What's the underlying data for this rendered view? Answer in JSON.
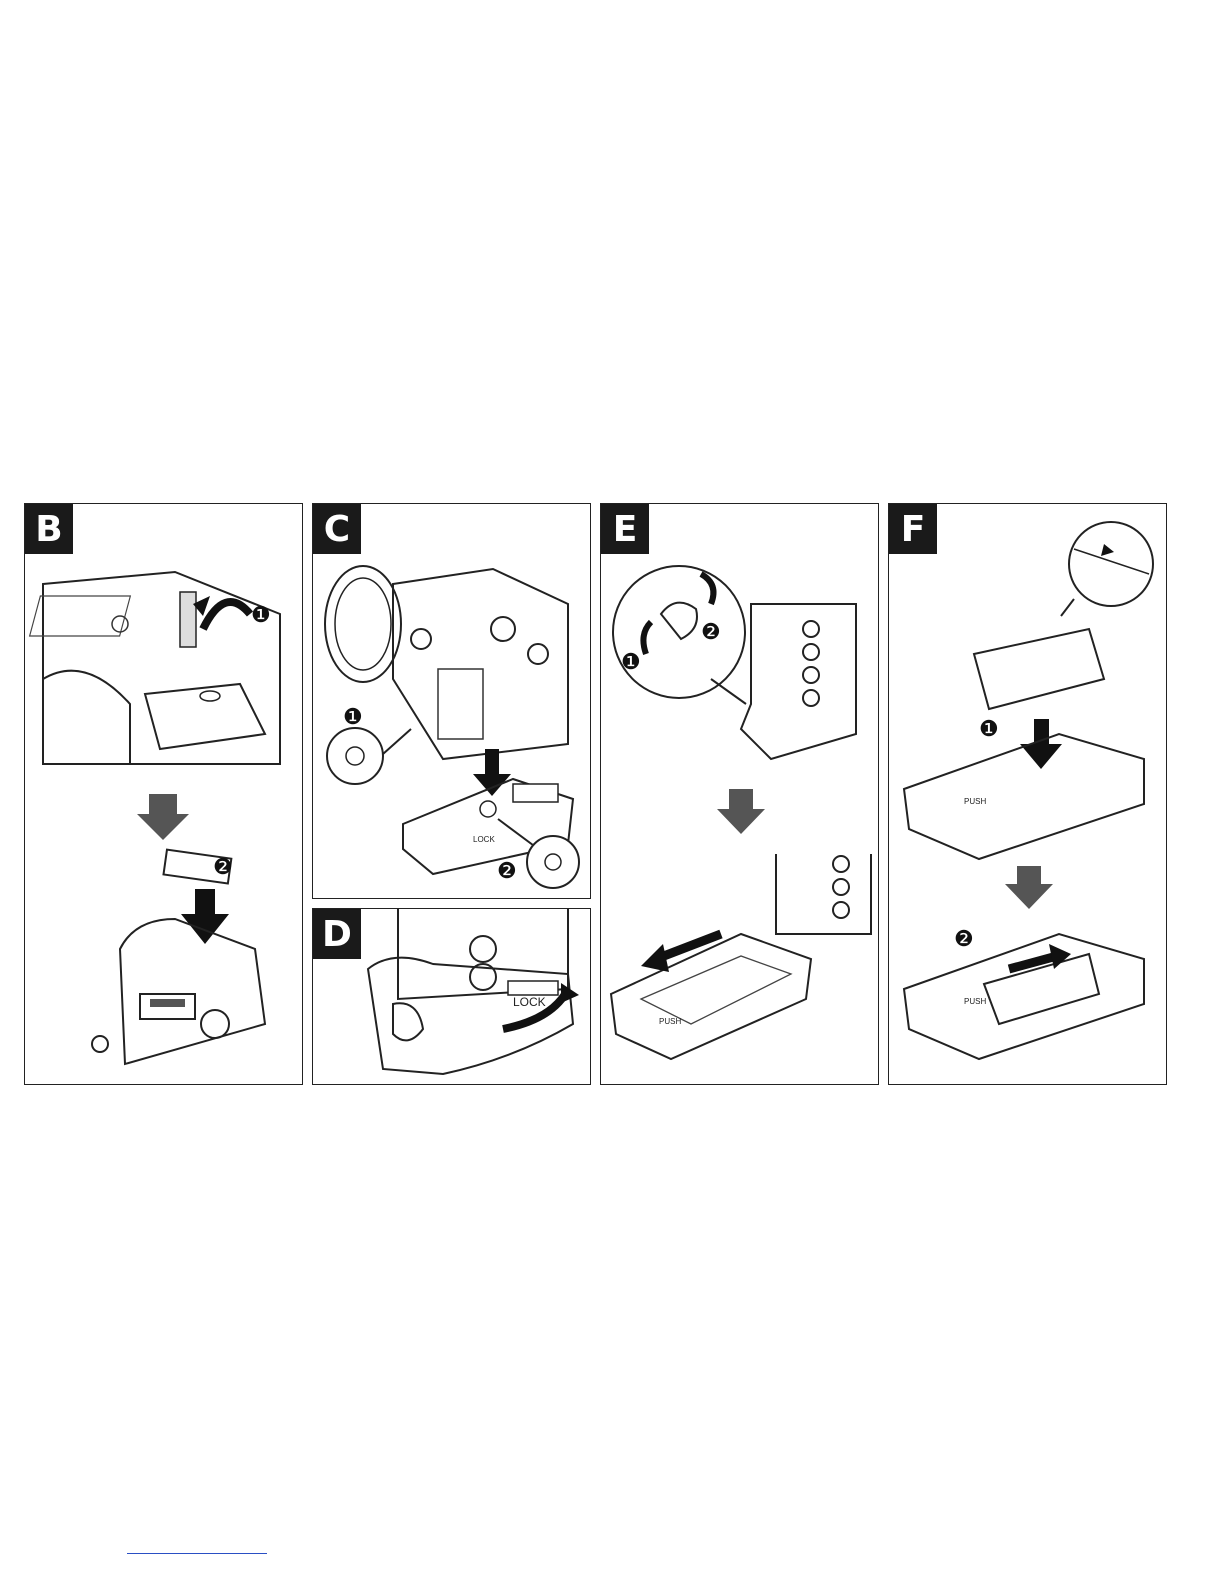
{
  "panels": [
    {
      "id": "B",
      "label": "B"
    },
    {
      "id": "C",
      "label": "C"
    },
    {
      "id": "D",
      "label": "D"
    },
    {
      "id": "E",
      "label": "E"
    },
    {
      "id": "F",
      "label": "F"
    }
  ],
  "steps": {
    "one": "❶",
    "two": "❷"
  },
  "imprints": {
    "lock": "LOCK",
    "push": "PUSH"
  }
}
